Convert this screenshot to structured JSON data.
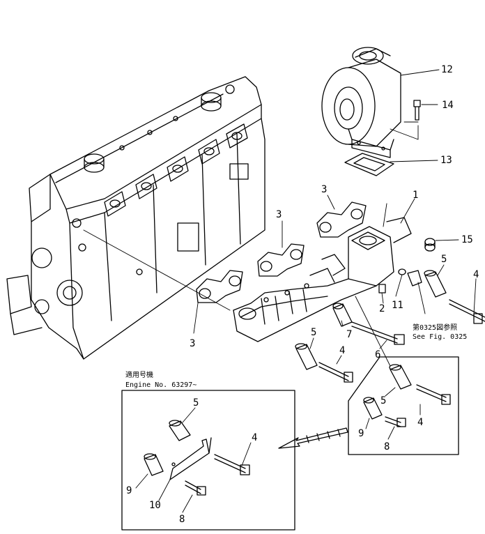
{
  "diagram": {
    "callouts": [
      "12",
      "14",
      "13",
      "3",
      "1",
      "15",
      "5",
      "4",
      "3",
      "2",
      "11",
      "7",
      "6",
      "3",
      "5",
      "4",
      "5",
      "4",
      "9",
      "8",
      "5",
      "4",
      "9",
      "10",
      "8"
    ],
    "see_fig_jp": "第0325図参照",
    "see_fig_en": "See Fig. 0325",
    "serial_header_jp": "適用号機",
    "serial_header_en": "Engine No. 63297~"
  }
}
